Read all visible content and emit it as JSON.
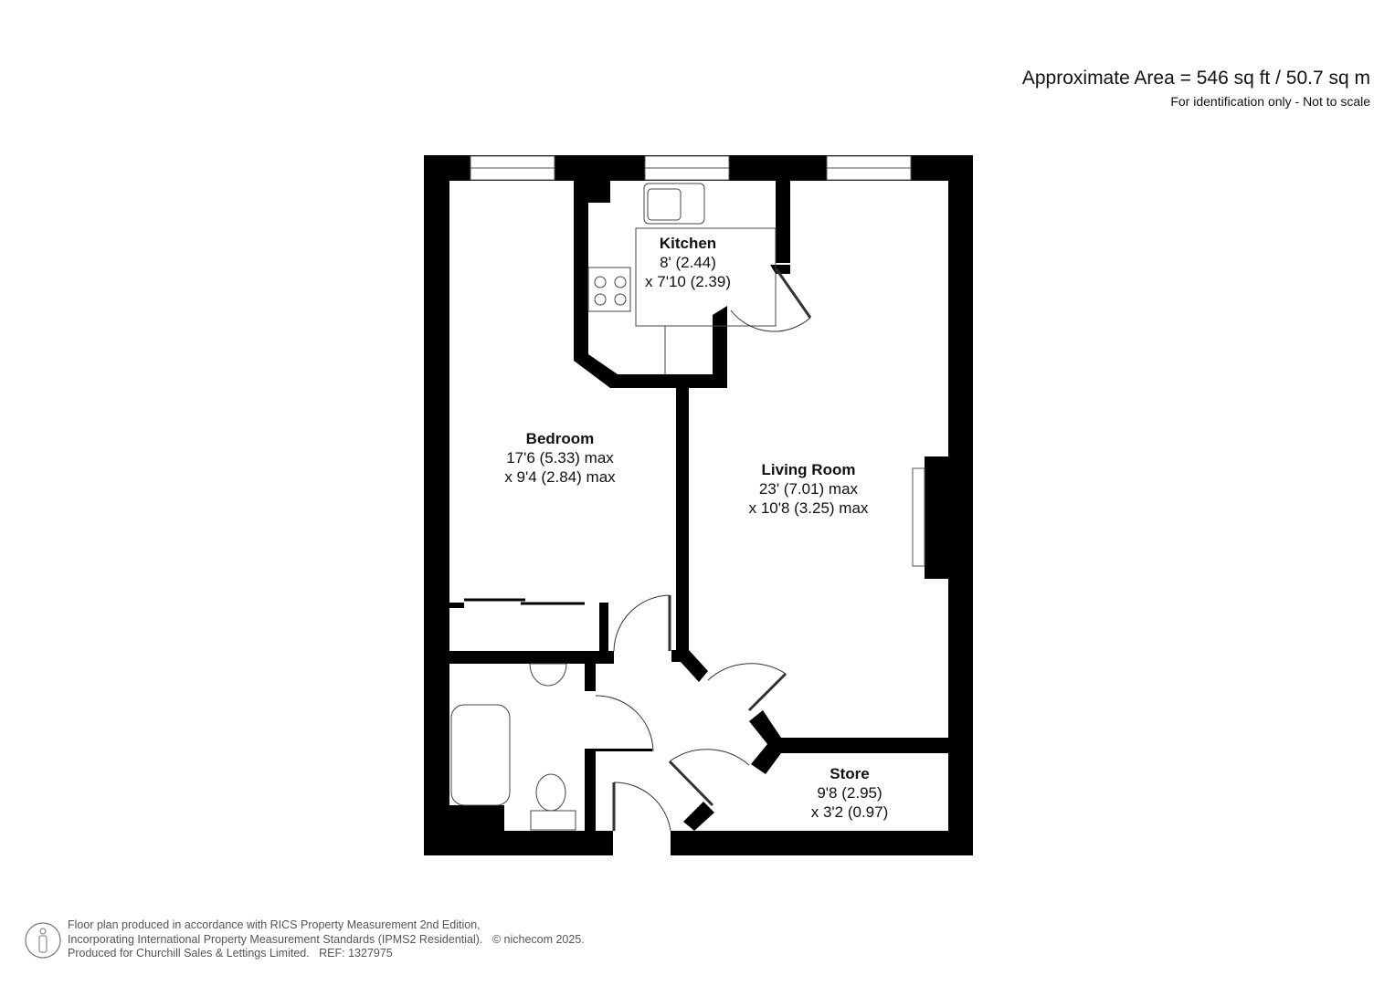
{
  "header": {
    "area": "Approximate Area = 546 sq ft / 50.7 sq m",
    "disclaimer": "For identification only - Not to scale"
  },
  "rooms": {
    "kitchen": {
      "name": "Kitchen",
      "dim1": "8' (2.44)",
      "dim2": "x 7'10 (2.39)"
    },
    "bedroom": {
      "name": "Bedroom",
      "dim1": "17'6 (5.33) max",
      "dim2": "x 9'4 (2.84) max"
    },
    "living": {
      "name": "Living Room",
      "dim1": "23' (7.01) max",
      "dim2": "x 10'8 (3.25) max"
    },
    "store": {
      "name": "Store",
      "dim1": "9'8 (2.95)",
      "dim2": "x 3'2 (0.97)"
    }
  },
  "footer": {
    "line1": "Floor plan produced in accordance with RICS Property Measurement 2nd Edition,",
    "line2": "Incorporating International Property Measurement Standards (IPMS2 Residential).",
    "copyright": "© nichecom 2025.",
    "line3": "Produced for Churchill Sales & Lettings Limited.",
    "ref": "REF: 1327975"
  },
  "colors": {
    "wall": "#000000",
    "background": "#ffffff",
    "text": "#111111",
    "footer_text": "#555555"
  }
}
